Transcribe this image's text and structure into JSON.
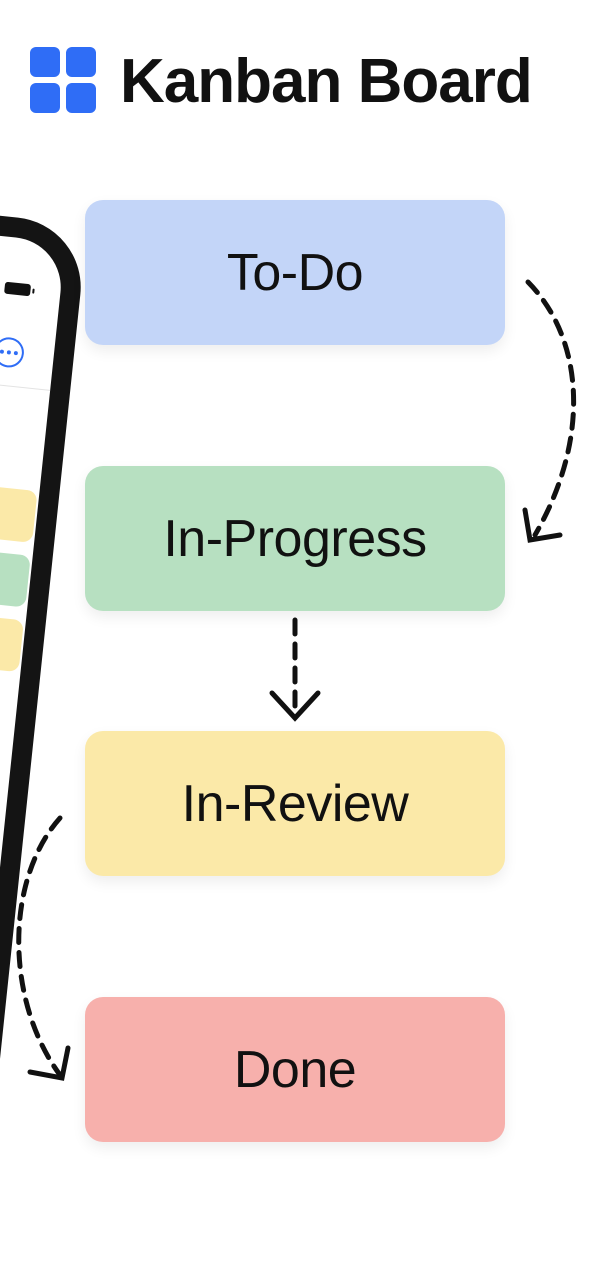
{
  "header": {
    "title": "Kanban Board",
    "logo_icon": "grid-four-squares-icon",
    "accent_color": "#2f6df6"
  },
  "phone": {
    "status_icons": [
      "signal-icon",
      "wifi-icon",
      "battery-icon"
    ],
    "nav_icon": "more-options-icon",
    "mini_card_colors": [
      "#fbe9a8",
      "#b7e0c1",
      "#fbe9a8"
    ]
  },
  "columns": [
    {
      "label": "To-Do",
      "color": "#c3d5f8"
    },
    {
      "label": "In-Progress",
      "color": "#b7e0c1"
    },
    {
      "label": "In-Review",
      "color": "#fbe9a8"
    },
    {
      "label": "Done",
      "color": "#f7b0ac"
    }
  ]
}
